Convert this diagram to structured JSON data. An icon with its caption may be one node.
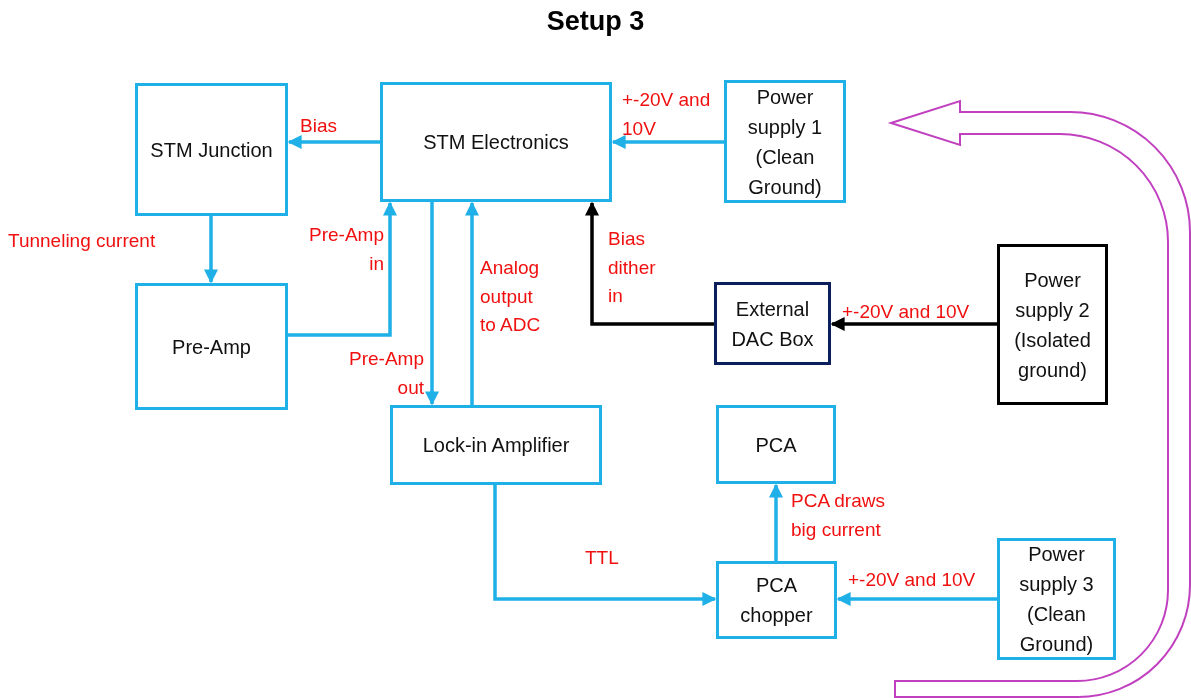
{
  "diagram": {
    "title": "Setup 3",
    "nodes": [
      {
        "text": [
          "STM Junction"
        ]
      },
      {
        "text": [
          "STM Electronics"
        ]
      },
      {
        "text": [
          "Power supply 1 (Clean Ground)"
        ]
      },
      {
        "text": [
          "Pre-Amp"
        ]
      },
      {
        "text": [
          "External DAC Box"
        ]
      },
      {
        "text": [
          "Power supply 2 (Isolated ground)"
        ]
      },
      {
        "text": [
          "Lock-in Amplifier"
        ]
      },
      {
        "text": [
          "PCA"
        ]
      },
      {
        "text": [
          "PCA chopper"
        ]
      },
      {
        "text": [
          "Power supply 3 (Clean Ground)"
        ]
      }
    ],
    "edges": [
      {
        "from": 1,
        "to": 0,
        "arrow": "to",
        "label": "Bias"
      },
      {
        "from": 2,
        "to": 1,
        "arrow": "to",
        "label": "+-20V and 10V"
      },
      {
        "from": 0,
        "to": 3,
        "arrow": "to",
        "label": "Tunneling current"
      },
      {
        "from": 3,
        "to": 1,
        "arrow": "to",
        "label": "Pre-Amp in"
      },
      {
        "from": 1,
        "to": 6,
        "arrow": "to",
        "label": "Pre-Amp out"
      },
      {
        "from": 6,
        "to": 1,
        "arrow": "to",
        "label": "Analog output to ADC"
      },
      {
        "from": 4,
        "to": 1,
        "arrow": "to",
        "label": "Bias dither in",
        "color": "#000000"
      },
      {
        "from": 5,
        "to": 4,
        "arrow": "to",
        "label": "+-20V and 10V",
        "color": "#000000"
      },
      {
        "from": 6,
        "to": 8,
        "arrow": "to",
        "label": "TTL"
      },
      {
        "from": 8,
        "to": 7,
        "arrow": "to",
        "label": "PCA draws big current"
      },
      {
        "from": 9,
        "to": 8,
        "arrow": "to",
        "label": "+-20V and 10V"
      }
    ]
  }
}
